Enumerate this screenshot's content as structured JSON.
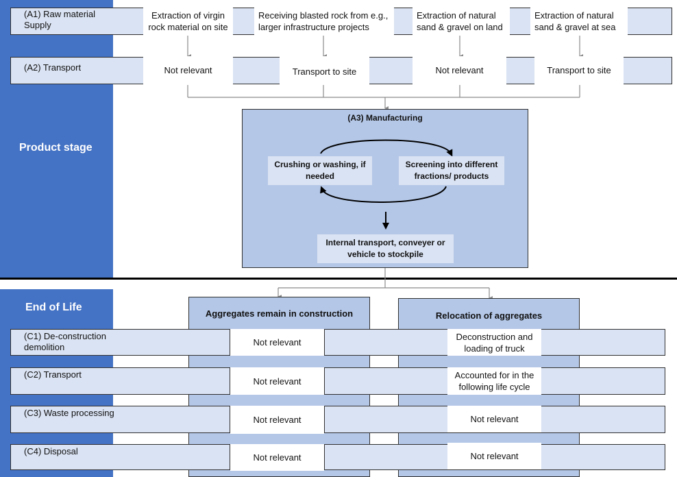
{
  "sidebar": {
    "product_stage": "Product stage",
    "end_of_life": "End of Life"
  },
  "a1": {
    "label": "(A1) Raw material Supply",
    "cells": [
      "Extraction of virgin rock material on site",
      "Receiving blasted rock from e.g., larger infrastructure projects",
      "Extraction of natural sand & gravel on land",
      "Extraction of natural sand & gravel at sea"
    ]
  },
  "a2": {
    "label": "(A2) Transport",
    "cells": [
      "Not relevant",
      "Transport to site",
      "Not relevant",
      "Transport to site"
    ]
  },
  "a3": {
    "title": "(A3) Manufacturing",
    "crushing": "Crushing or washing, if needed",
    "screening": "Screening into different fractions/ products",
    "internal": "Internal transport, conveyer or vehicle to stockpile"
  },
  "eol": {
    "col_left": "Aggregates remain in construction",
    "col_right": "Relocation of aggregates",
    "rows": [
      {
        "label": "(C1) De-construction demolition",
        "left": "Not relevant",
        "right": "Deconstruction and loading of truck"
      },
      {
        "label": "(C2) Transport",
        "left": "Not relevant",
        "right": "Accounted for in the following life cycle"
      },
      {
        "label": "(C3) Waste processing",
        "left": "Not relevant",
        "right": "Not relevant"
      },
      {
        "label": "(C4) Disposal",
        "left": "Not relevant",
        "right": "Not relevant"
      }
    ]
  }
}
